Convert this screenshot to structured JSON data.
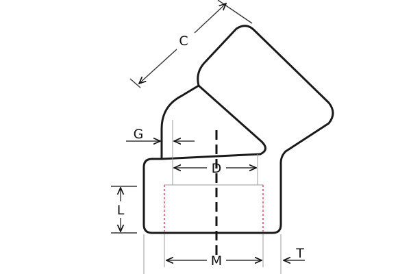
{
  "labels": {
    "C": "C",
    "G": "G",
    "D": "D",
    "L": "L",
    "M": "M",
    "T": "T"
  },
  "colors": {
    "outline": "#1a1a1a",
    "socket_wall": "#d9334a",
    "extension_line": "#9a9a9a"
  }
}
